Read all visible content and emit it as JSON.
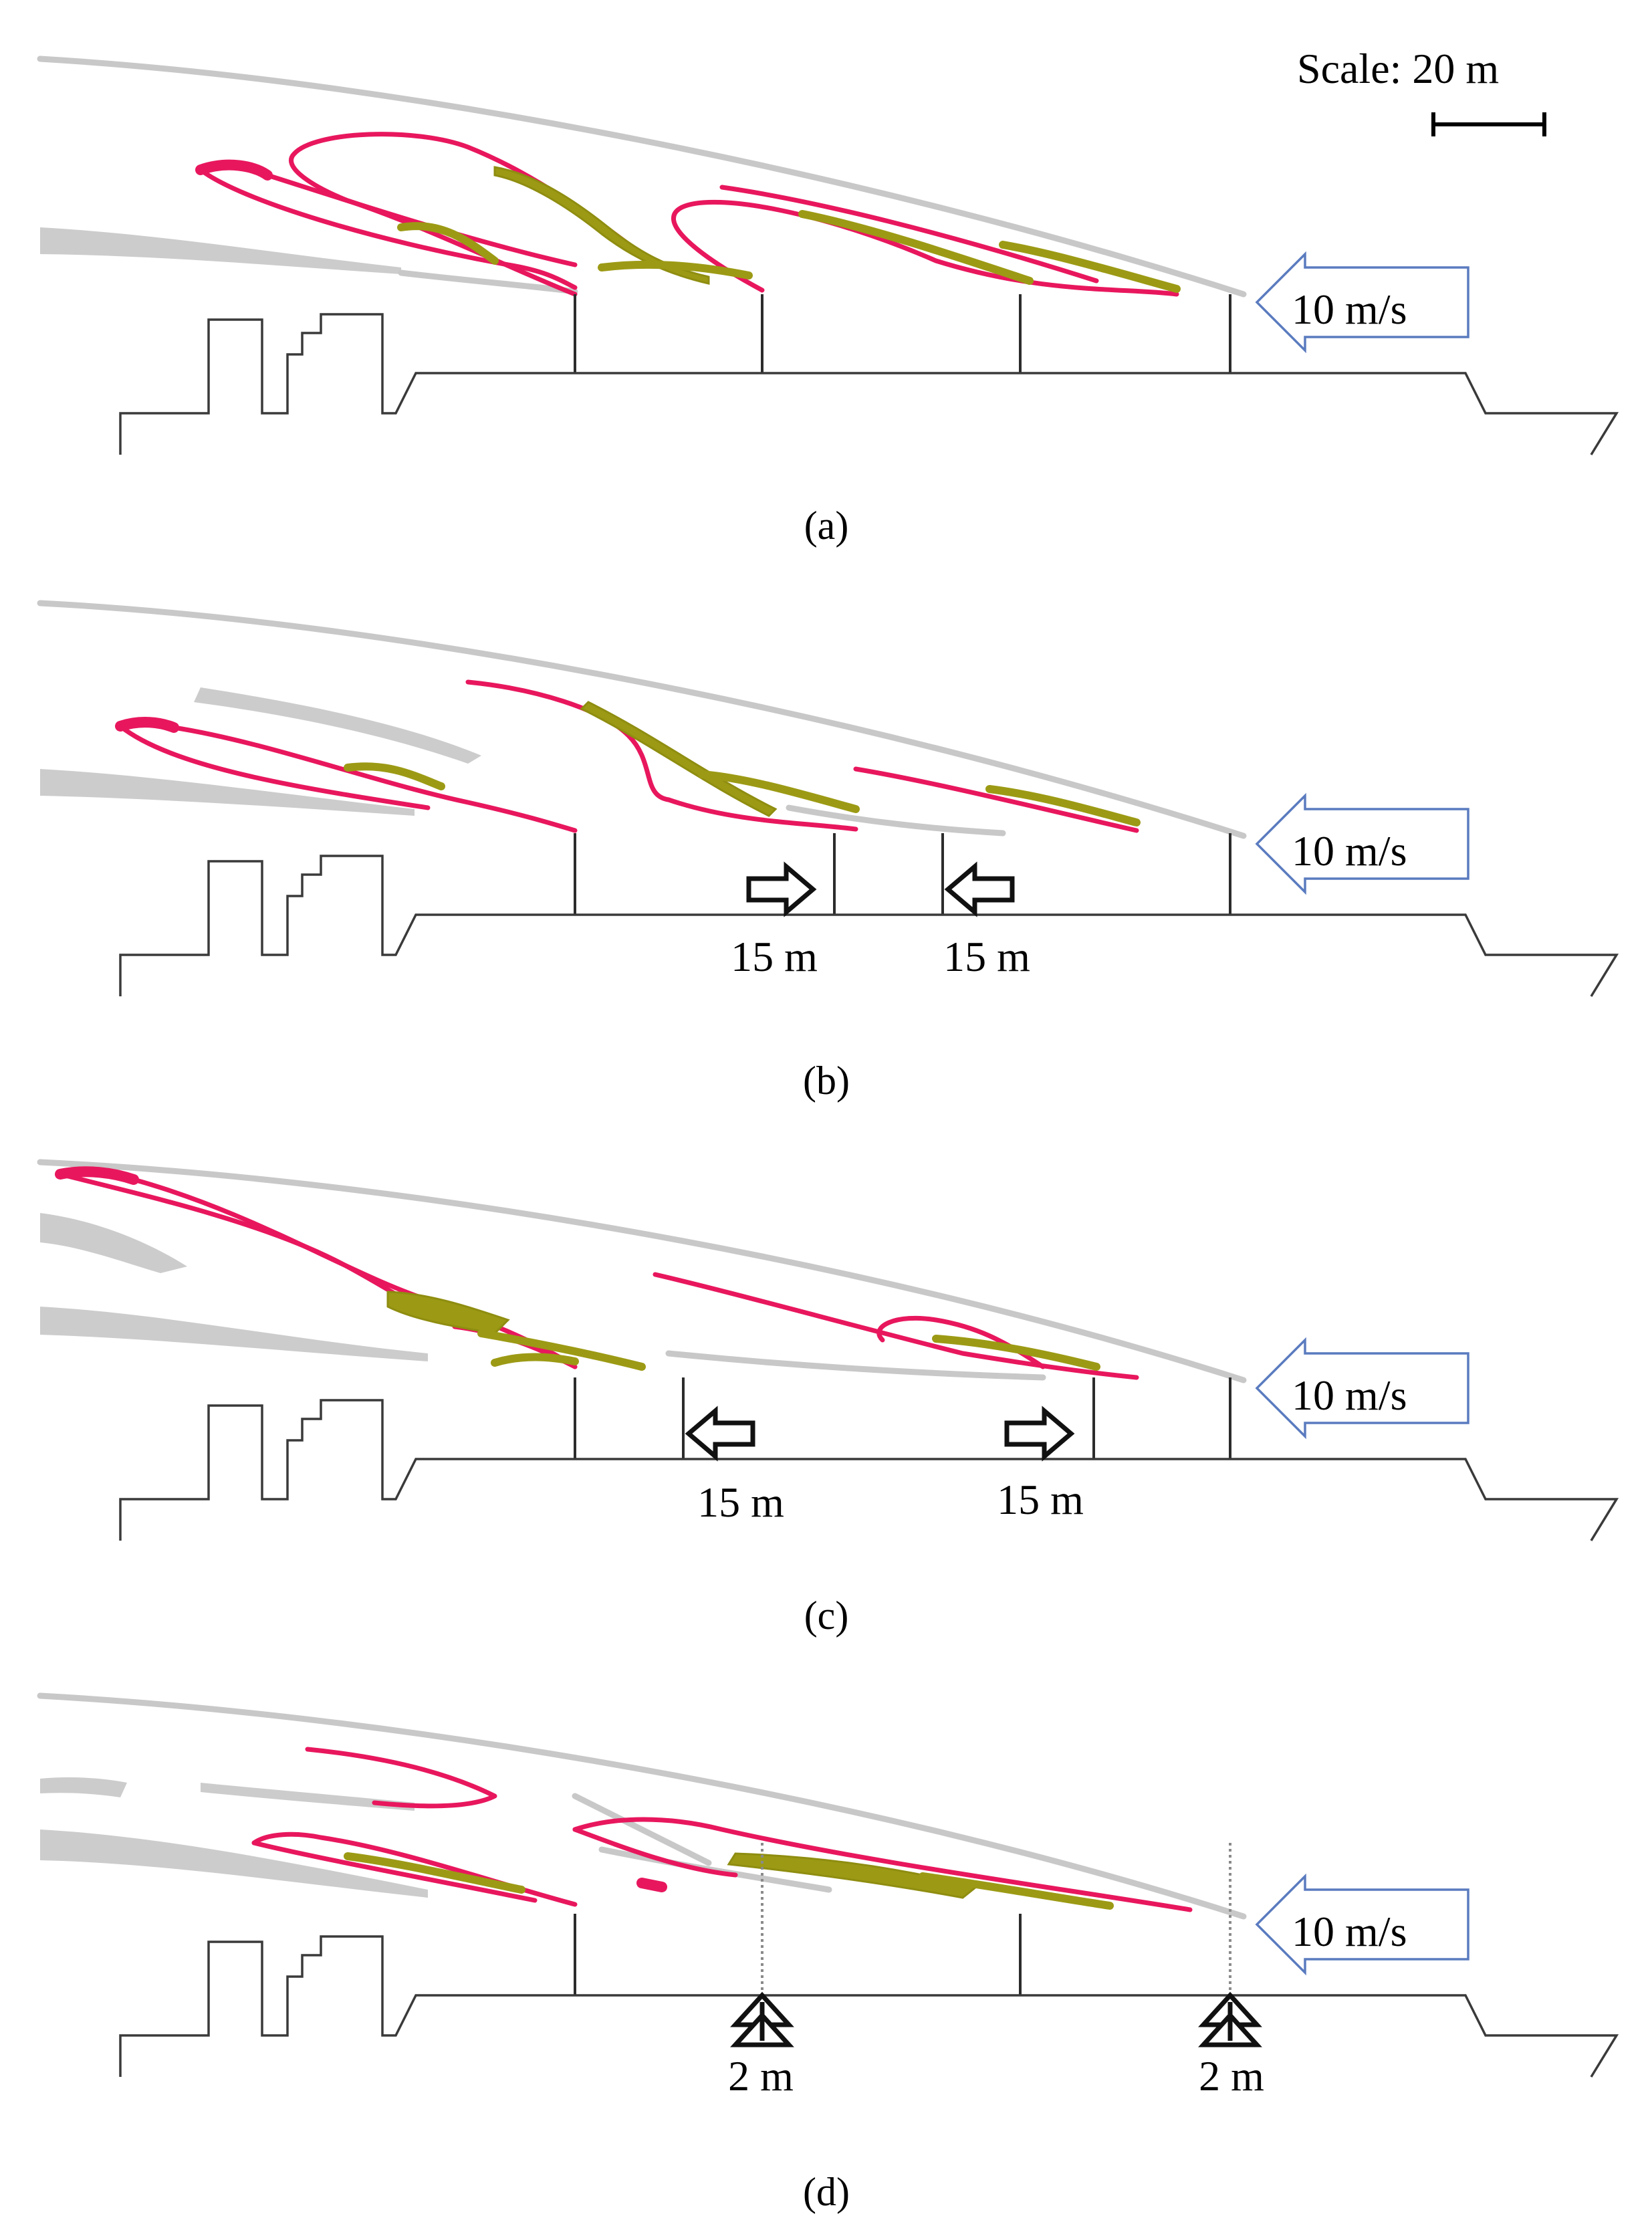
{
  "scale": {
    "label": "Scale: 20 m"
  },
  "wind": {
    "label": "10 m/s"
  },
  "panels": [
    {
      "caption": "(a)",
      "annotations": []
    },
    {
      "caption": "(b)",
      "annotations": [
        "15 m",
        "15 m"
      ]
    },
    {
      "caption": "(c)",
      "annotations": [
        "15 m",
        "15 m"
      ]
    },
    {
      "caption": "(d)",
      "annotations": [
        "2 m",
        "2 m"
      ]
    }
  ],
  "colors": {
    "upper_plume": "#e8175d",
    "lower_plume": "#9c9a14",
    "background_plume": "#cccccc",
    "wind_arrow_outline": "#5a7bbf"
  }
}
